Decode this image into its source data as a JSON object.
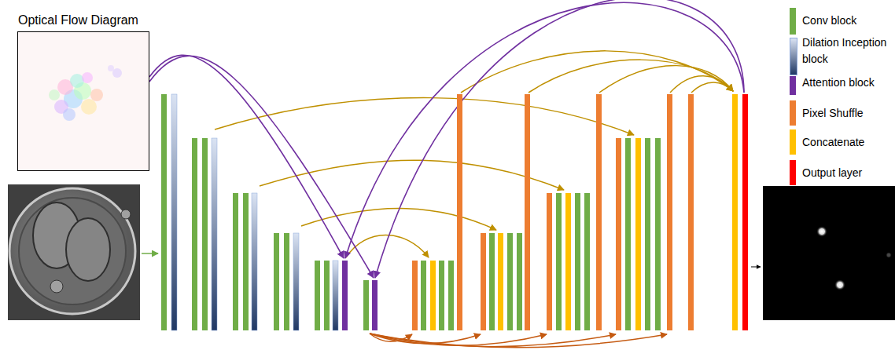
{
  "diagram": {
    "nodes": [
      {
        "text": [
          "Optical Flow Diagram"
        ]
      }
    ],
    "legend": [
      {
        "text": "Conv block",
        "color": "#70ad47"
      },
      {
        "text": "Dilation Inception block"
      },
      {
        "text": "Attention block",
        "color": "#7030a0"
      },
      {
        "text": "Pixel Shuffle",
        "color": "#ed7d31"
      },
      {
        "text": "Concatenate",
        "color": "#ffc000"
      },
      {
        "text": "Output layer",
        "color": "#ff0000"
      }
    ]
  }
}
